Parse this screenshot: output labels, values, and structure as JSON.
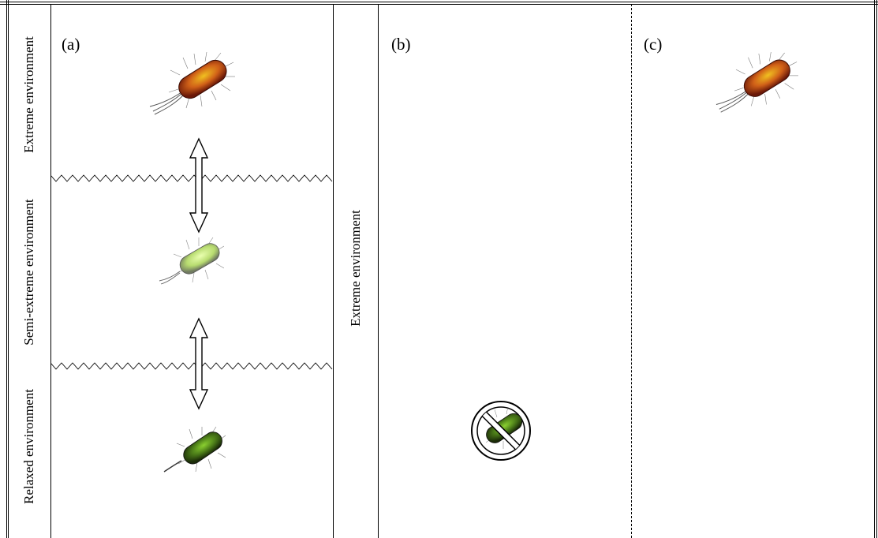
{
  "panels": {
    "a": "(a)",
    "b": "(b)",
    "c": "(c)"
  },
  "row_labels": {
    "extreme": "Extreme environment",
    "semi_extreme": "Semi-extreme environment",
    "relaxed": "Relaxed environment"
  },
  "middle_label": "Extreme environment",
  "colors": {
    "extreme_bacterium": "#c8501a",
    "semi_bacterium": "#b8e070",
    "relaxed_bacterium": "#4a7a18",
    "line": "#000000"
  },
  "icons": [
    "bacterium-extreme-icon",
    "bacterium-semi-icon",
    "bacterium-relaxed-icon",
    "double-arrow-icon",
    "prohibited-icon"
  ]
}
